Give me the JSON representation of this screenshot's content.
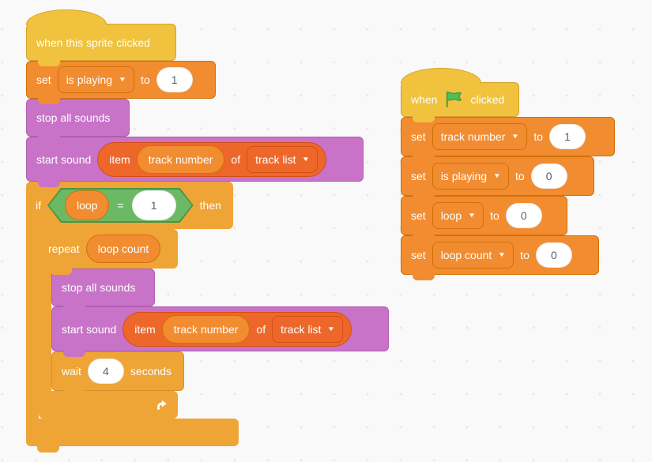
{
  "colors": {
    "events": "#F0C23E",
    "events_border": "#D5A32B",
    "control": "#EFA436",
    "control_border": "#D68F2B",
    "sound": "#C873C8",
    "sound_border": "#B05EB0",
    "variables": "#F28C30",
    "variables_border": "#D17007",
    "lists": "#ED672B",
    "lists_border": "#D54E12",
    "operators": "#6CB965",
    "operators_border": "#4A9444",
    "block_text": "#FFFFFF",
    "input_text": "#575E75",
    "flag_green": "#4CBF56",
    "flag_border": "#45993D",
    "workspace_bg": "#F9F9F9",
    "grid_dot": "#ECE5E5"
  },
  "icons": {
    "dropdown_caret": "▼"
  },
  "left_script": {
    "when_sprite_clicked": {
      "label": "when this sprite clicked"
    },
    "set_is_playing": {
      "keyword": "set",
      "variable": "is playing",
      "to": "to",
      "value": "1"
    },
    "stop_all_sounds_1": {
      "label": "stop all sounds"
    },
    "start_sound_1": {
      "keyword": "start sound",
      "item": "item",
      "variable": "track number",
      "of": "of",
      "list": "track list"
    },
    "if_block": {
      "keyword_if": "if",
      "condition_variable": "loop",
      "operator": "=",
      "compare_value": "1",
      "keyword_then": "then"
    },
    "repeat_block": {
      "keyword": "repeat",
      "count_variable": "loop count"
    },
    "stop_all_sounds_2": {
      "label": "stop all sounds"
    },
    "start_sound_2": {
      "keyword": "start sound",
      "item": "item",
      "variable": "track number",
      "of": "of",
      "list": "track list"
    },
    "wait_block": {
      "keyword": "wait",
      "value": "4",
      "unit": "seconds"
    }
  },
  "right_script": {
    "when_flag_clicked": {
      "when": "when",
      "clicked": "clicked"
    },
    "set_track_number": {
      "keyword": "set",
      "variable": "track number",
      "to": "to",
      "value": "1"
    },
    "set_is_playing": {
      "keyword": "set",
      "variable": "is playing",
      "to": "to",
      "value": "0"
    },
    "set_loop": {
      "keyword": "set",
      "variable": "loop",
      "to": "to",
      "value": "0"
    },
    "set_loop_count": {
      "keyword": "set",
      "variable": "loop count",
      "to": "to",
      "value": "0"
    }
  }
}
